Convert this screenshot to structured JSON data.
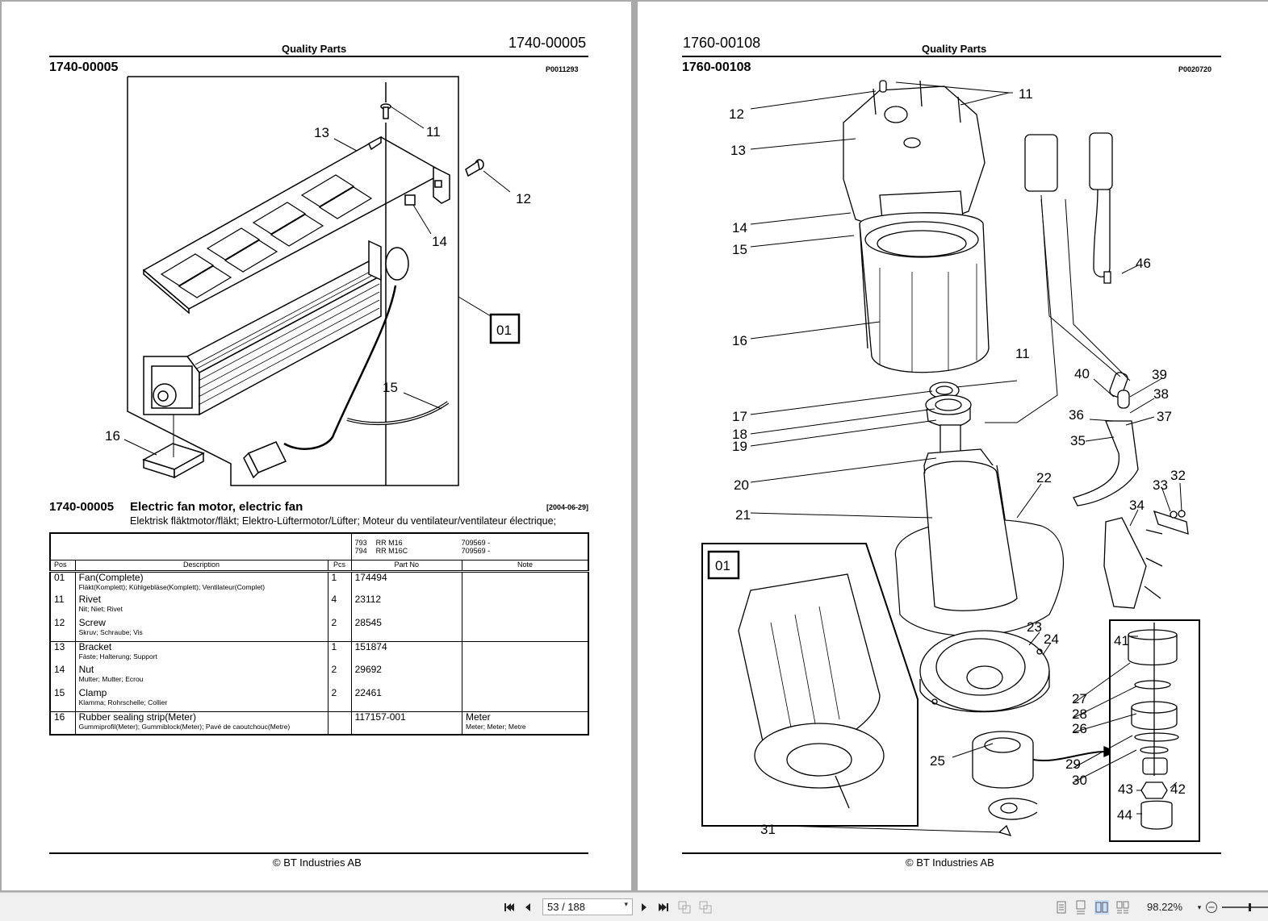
{
  "left_page": {
    "header_title": "Quality Parts",
    "header_number": "1740-00005",
    "sub_number": "1740-00005",
    "picture_code": "P0011293",
    "callouts": [
      "11",
      "12",
      "13",
      "14",
      "15",
      "16",
      "01"
    ],
    "title": {
      "number": "1740-00005",
      "name": "Electric fan motor, electric fan",
      "date": "[2004-06-29]",
      "translation": "Elektrisk fläktmotor/fläkt; Elektro-Lüftermotor/Lüfter; Moteur du ventilateur/ventilateur électrique;"
    },
    "models": [
      {
        "code": "793",
        "name": "RR M16",
        "serial": "709569 -"
      },
      {
        "code": "794",
        "name": "RR M16C",
        "serial": "709569 -"
      }
    ],
    "table_headers": {
      "pos": "Pos",
      "description": "Description",
      "pcs": "Pcs",
      "part_no": "Part No",
      "note": "Note"
    },
    "rows": [
      {
        "pos": "01",
        "desc": "Fan(Complete)",
        "trans": "Fläkt(Komplett); Kühlgebläse(Komplett); Ventilateur(Complet)",
        "pcs": "1",
        "part": "174494",
        "note": "",
        "note_trans": ""
      },
      {
        "pos": "11",
        "desc": "Rivet",
        "trans": "Nit; Niet; Rivet",
        "pcs": "4",
        "part": "23112",
        "note": "",
        "note_trans": ""
      },
      {
        "pos": "12",
        "desc": "Screw",
        "trans": "Skruv; Schraube; Vis",
        "pcs": "2",
        "part": "28545",
        "note": "",
        "note_trans": ""
      },
      {
        "pos": "13",
        "desc": "Bracket",
        "trans": "Fäste; Halterung; Support",
        "pcs": "1",
        "part": "151874",
        "note": "",
        "note_trans": ""
      },
      {
        "pos": "14",
        "desc": "Nut",
        "trans": "Mutter; Mutter; Ecrou",
        "pcs": "2",
        "part": "29692",
        "note": "",
        "note_trans": ""
      },
      {
        "pos": "15",
        "desc": "Clamp",
        "trans": "Klamma; Rohrschelle; Collier",
        "pcs": "2",
        "part": "22461",
        "note": "",
        "note_trans": ""
      },
      {
        "pos": "16",
        "desc": "Rubber sealing strip(Meter)",
        "trans": "Gummiprofil(Meter); Gummiblock(Meter); Pavé de caoutchouc(Metre)",
        "pcs": "",
        "part": "117157-001",
        "note": "Meter",
        "note_trans": "Meter; Meter; Metre"
      }
    ],
    "footer": "© BT Industries AB"
  },
  "right_page": {
    "header_number": "1760-00108",
    "header_title": "Quality Parts",
    "sub_number": "1760-00108",
    "picture_code": "P0020720",
    "callouts": [
      "11",
      "12",
      "13",
      "14",
      "15",
      "16",
      "11",
      "17",
      "18",
      "19",
      "20",
      "21",
      "22",
      "23",
      "24",
      "25",
      "26",
      "27",
      "28",
      "29",
      "30",
      "31",
      "32",
      "33",
      "34",
      "35",
      "36",
      "37",
      "38",
      "39",
      "40",
      "41",
      "42",
      "43",
      "44",
      "46",
      "01"
    ],
    "footer": "© BT Industries AB"
  },
  "toolbar": {
    "first_page": "first-page",
    "prev_page": "previous-page",
    "page_indicator": "53 / 188",
    "next_page": "next-page",
    "last_page": "last-page",
    "zoom": "98.22%"
  }
}
